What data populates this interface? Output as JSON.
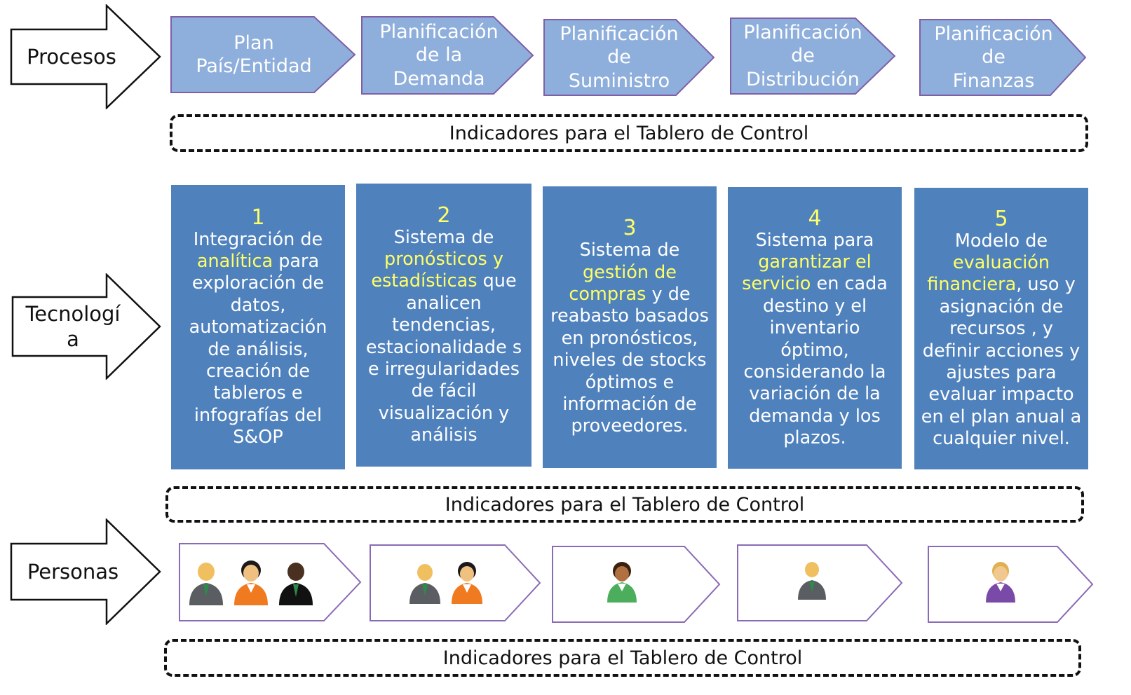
{
  "rows": {
    "procesos": "Procesos",
    "tecnologia_line1": "Tecnologí",
    "tecnologia_line2": "a",
    "personas": "Personas"
  },
  "processes": [
    {
      "line1": "Plan",
      "line2": "País/Entidad",
      "line3": ""
    },
    {
      "line1": "Planificación",
      "line2": "de la",
      "line3": "Demanda"
    },
    {
      "line1": "Planificación",
      "line2": "de",
      "line3": "Suministro"
    },
    {
      "line1": "Planificación",
      "line2": "de",
      "line3": "Distribución"
    },
    {
      "line1": "Planificación",
      "line2": "de",
      "line3": "Finanzas"
    }
  ],
  "kpi_label": "Indicadores para el Tablero de Control",
  "tech": [
    {
      "num": "1",
      "a": "Integración de",
      "hl": "analítica",
      "b": " para exploración de datos, automatización de análisis, creación de tableros e infografías del S&OP"
    },
    {
      "num": "2",
      "a": "Sistema de",
      "hl": "pronósticos y estadísticas ",
      "b": " que analicen tendencias, estacionalidade s e irregularidades de fácil visualización y análisis"
    },
    {
      "num": "3",
      "a": "Sistema de",
      "hl": "gestión de compras",
      "b": " y de reabasto basados en pronósticos, niveles de stocks óptimos e información de proveedores."
    },
    {
      "num": "4",
      "a": "Sistema para",
      "hl": "garantizar el servicio",
      "b": " en cada destino y el inventario óptimo, considerando la variación de la demanda y los plazos."
    },
    {
      "num": "5",
      "a": "Modelo de",
      "hl": "evaluación financiera",
      "b": ", uso y asignación de recursos , y definir acciones y ajustes para evaluar impacto en el plan anual a cualquier nivel."
    }
  ],
  "people_groups": [
    {
      "icons": [
        "person-gray-suit-icon",
        "person-orange-woman-icon",
        "person-black-suit-icon"
      ]
    },
    {
      "icons": [
        "person-gray-suit-icon",
        "person-orange-woman-icon"
      ]
    },
    {
      "icons": [
        "person-green-woman-icon"
      ]
    },
    {
      "icons": [
        "person-gray-suit-icon"
      ]
    },
    {
      "icons": [
        "person-purple-woman-icon"
      ]
    }
  ],
  "colors": {
    "process_fill": "#8eaedb",
    "process_stroke": "#7f5fa8",
    "tech_fill": "#4f81bd",
    "highlight": "#ffff66",
    "people_stroke": "#8a6ab5"
  }
}
